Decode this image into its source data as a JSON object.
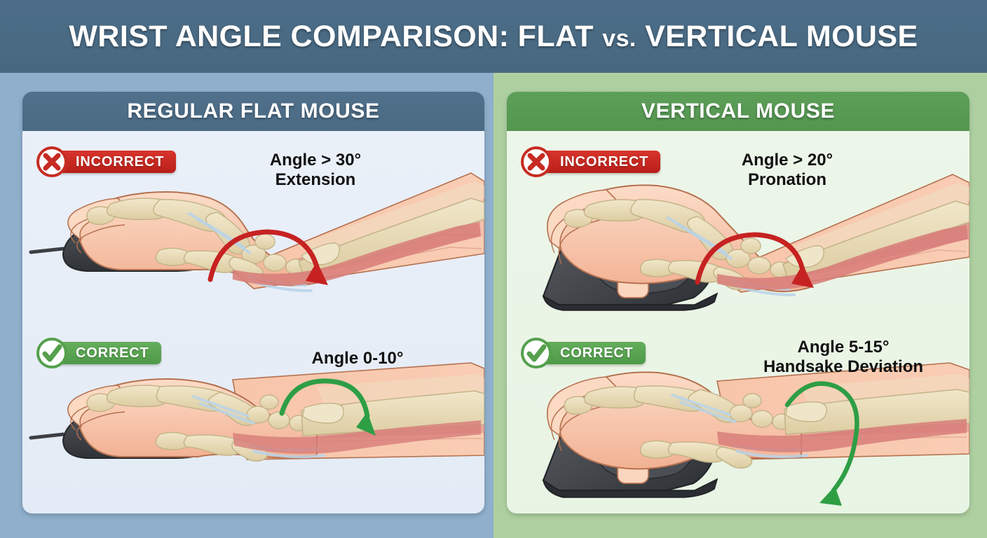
{
  "header": {
    "title_main": "WRIST ANGLE COMPARISON: FLAT ",
    "title_vs": "vs.",
    "title_tail": " VERTICAL MOUSE",
    "title_full": "WRIST ANGLE COMPARISON: FLAT vs. VERTICAL MOUSE",
    "bg_color": "#4a6b85"
  },
  "panels": [
    {
      "id": "flat",
      "header_label": "REGULAR FLAT MOUSE",
      "header_color": "#4d6c87",
      "panel_bg": "#8fafcc",
      "body_bg": "#e7eef7",
      "rows": [
        {
          "status": "INCORRECT",
          "status_type": "incorrect",
          "status_color": "#c62b22",
          "icon": "x-circle-icon",
          "angle_lines": [
            "Angle > 30°",
            "Extension"
          ],
          "arrow_color": "#cc2222",
          "mouse_type": "flat-mouse"
        },
        {
          "status": "CORRECT",
          "status_type": "correct",
          "status_color": "#55a04d",
          "icon": "check-circle-icon",
          "angle_lines": [
            "Angle 0-10°"
          ],
          "arrow_color": "#2e9e45",
          "mouse_type": "flat-mouse"
        }
      ]
    },
    {
      "id": "vertical",
      "header_label": "VERTICAL MOUSE",
      "header_color": "#589b55",
      "panel_bg": "#aed0a1",
      "body_bg": "#eaf5e6",
      "rows": [
        {
          "status": "INCORRECT",
          "status_type": "incorrect",
          "status_color": "#c62b22",
          "icon": "x-circle-icon",
          "angle_lines": [
            "Angle > 20°",
            "Pronation"
          ],
          "arrow_color": "#cc2222",
          "mouse_type": "vertical-mouse"
        },
        {
          "status": "CORRECT",
          "status_type": "correct",
          "status_color": "#55a04d",
          "icon": "check-circle-icon",
          "angle_lines": [
            "Angle 5-15°",
            "Handsake Deviation"
          ],
          "arrow_color": "#2e9e45",
          "mouse_type": "vertical-mouse"
        }
      ]
    }
  ],
  "palette": {
    "skin": "#f6c3a8",
    "skin_light": "#fbdac6",
    "bone": "#e2d4ae",
    "bone_light": "#efe5c8",
    "muscle": "#d98a86",
    "tendon": "#bed6ea",
    "mouse_dark": "#3f4347",
    "mouse_mid": "#55595e",
    "outline": "#7a4b38"
  }
}
